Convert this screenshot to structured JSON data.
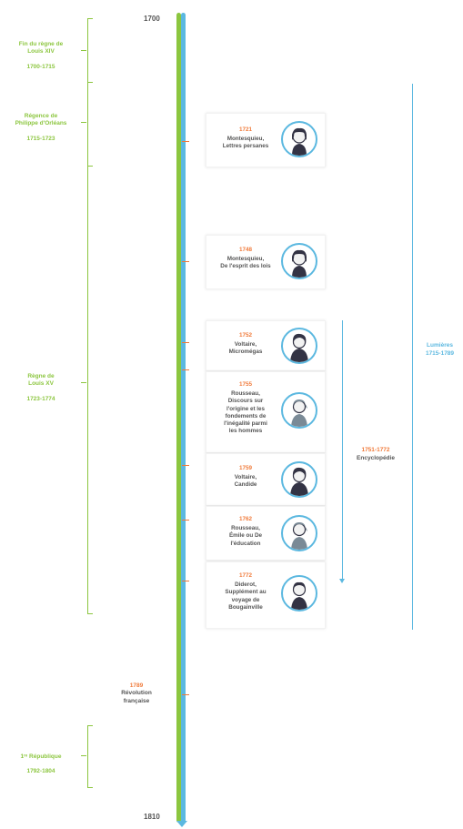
{
  "timeline": {
    "start_year": "1700",
    "end_year": "1810"
  },
  "reigns": [
    {
      "name": "Fin du règne de\nLouis XIV",
      "dates": "1700-1715"
    },
    {
      "name": "Régence de\nPhilippe d'Orléans",
      "dates": "1715-1723"
    },
    {
      "name": "Règne de\nLouis XV",
      "dates": "1723-1774"
    },
    {
      "name": "1ʳᵉ République",
      "dates": "1792-1804"
    }
  ],
  "events": [
    {
      "year": "1721",
      "title": "Montesquieu,\nLettres persanes",
      "portrait": "montesquieu-portrait-icon"
    },
    {
      "year": "1748",
      "title": "Montesquieu,\nDe l'esprit des lois",
      "portrait": "montesquieu-portrait-icon"
    },
    {
      "year": "1752",
      "title": "Voltaire,\nMicromégas",
      "portrait": "voltaire-portrait-icon"
    },
    {
      "year": "1755",
      "title": "Rousseau,\nDiscours sur\nl'origine et les\nfondements de\nl'inégalité parmi\nles hommes",
      "portrait": "rousseau-portrait-icon"
    },
    {
      "year": "1759",
      "title": "Voltaire,\nCandide",
      "portrait": "voltaire-portrait-icon"
    },
    {
      "year": "1762",
      "title": "Rousseau,\nÉmile ou De\nl'éducation",
      "portrait": "rousseau-portrait-icon"
    },
    {
      "year": "1772",
      "title": "Diderot,\nSupplément au\nvoyage de\nBougainville",
      "portrait": "diderot-portrait-icon"
    }
  ],
  "revolution": {
    "year": "1789",
    "title": "Révolution\nfrançaise"
  },
  "encyclopedie": {
    "dates": "1751-1772",
    "title": "Encyclopédie"
  },
  "lumieres": {
    "title": "Lumières",
    "dates": "1715-1789"
  },
  "colors": {
    "green": "#8cc63f",
    "blue": "#5bb8e0",
    "orange": "#f07a3a",
    "text": "#555555"
  }
}
